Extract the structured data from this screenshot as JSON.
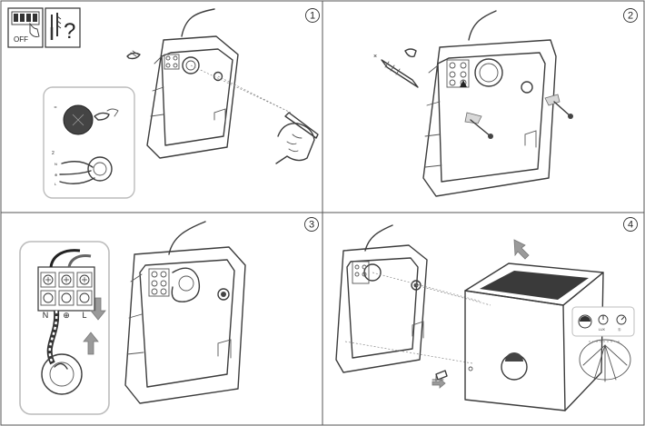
{
  "steps": [
    {
      "number": "1"
    },
    {
      "number": "2"
    },
    {
      "number": "3"
    },
    {
      "number": "4"
    }
  ],
  "header_icons": {
    "switch_off_label": "OFF",
    "tools_question_label": "?"
  },
  "step3_terminals": [
    "N",
    "⊕",
    "L"
  ],
  "step4_settings": {
    "lux_label": "LUX",
    "timer_label": "Ⓢ"
  },
  "colors": {
    "line": "#3c3c3c",
    "panel_fill": "#ffffff",
    "inset_border": "#bcbcbc",
    "arrow_grey": "#9a9a9a"
  }
}
